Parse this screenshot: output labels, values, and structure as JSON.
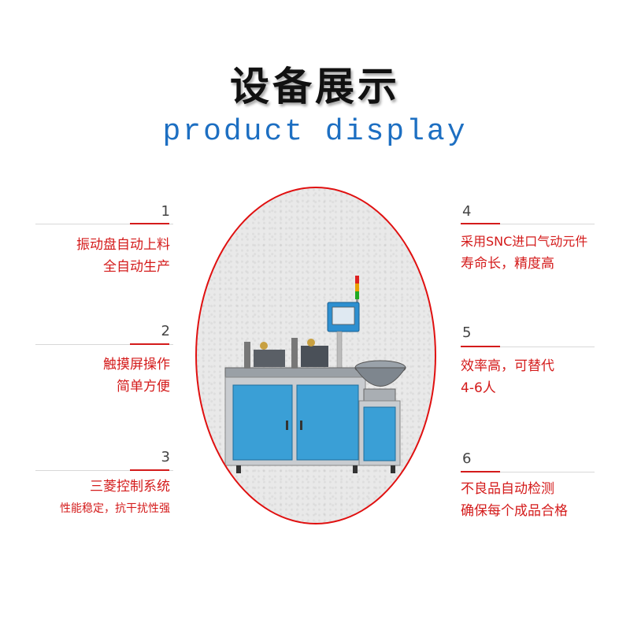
{
  "title": {
    "cn": "设备展示",
    "en": "product display"
  },
  "features": [
    {
      "num": "1",
      "line1": "振动盘自动上料",
      "line2": "全自动生产"
    },
    {
      "num": "2",
      "line1": "触摸屏操作",
      "line2": "简单方便"
    },
    {
      "num": "3",
      "line1": "三菱控制系统",
      "line2": "性能稳定，抗干扰性强"
    },
    {
      "num": "4",
      "line1": "采用SNC进口气动元件",
      "line2": "寿命长，精度高"
    },
    {
      "num": "5",
      "line1": "效率高，可替代",
      "line2": "4-6人"
    },
    {
      "num": "6",
      "line1": "不良品自动检测",
      "line2": "确保每个成品合格"
    }
  ],
  "colors": {
    "accent": "#d41b1b",
    "title_en": "#1d6fc2",
    "oval_border": "#e01010",
    "cabinet": "#3a9fd6"
  }
}
